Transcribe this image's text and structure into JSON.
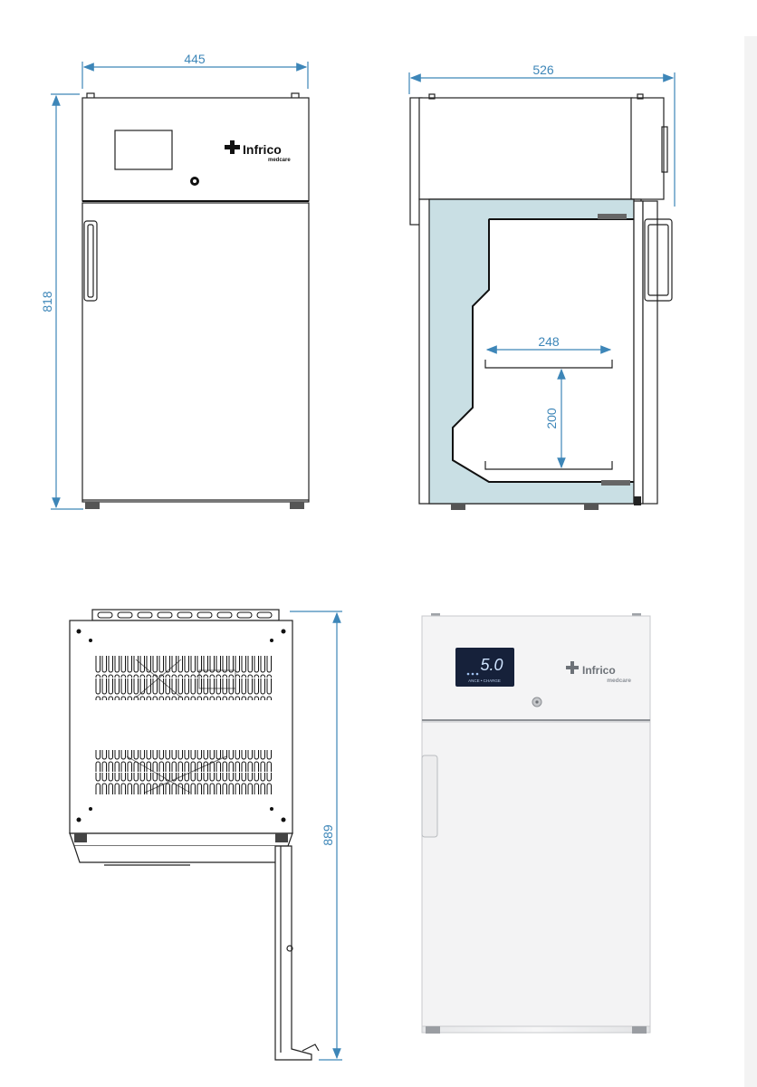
{
  "front_view": {
    "width_label": "445",
    "height_label": "818",
    "brand_name": "Infrico",
    "brand_sub": "medcare"
  },
  "side_view": {
    "depth_label": "526",
    "inner_width_label": "248",
    "shelf_gap_label": "200"
  },
  "back_view": {
    "height_label": "889"
  },
  "photo_view": {
    "display_value": "5.0",
    "display_sub": "ANCE • CHARGE",
    "brand_name": "Infrico",
    "brand_sub": "medcare"
  },
  "colors": {
    "dimension": "#3d86b8",
    "insulation": "#c9dfe4",
    "line": "#222222",
    "display_bg": "#16213a",
    "display_digits": "#cfe4ff",
    "brand": "#6d7278"
  },
  "icons": {
    "brand_logo": "medical-cross-logo-icon",
    "lock": "lock-icon",
    "handle": "door-handle-icon"
  }
}
